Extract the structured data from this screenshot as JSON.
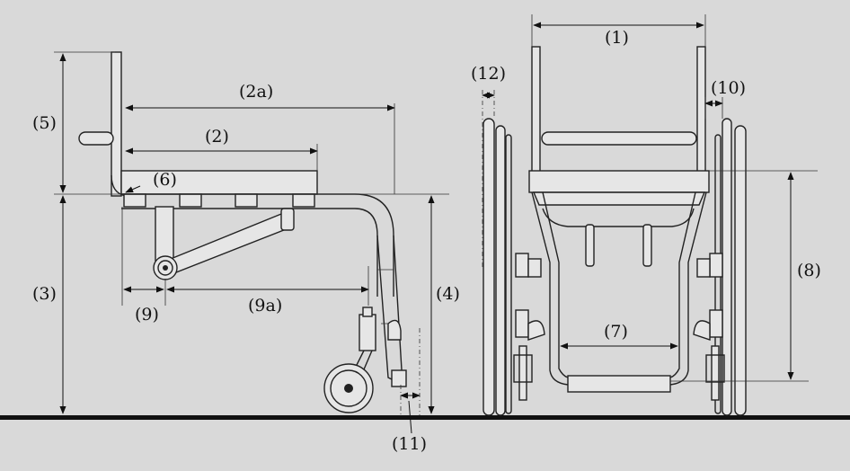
{
  "colors": {
    "background": "#d9d9d9",
    "line": "#222222",
    "ground": "#111111"
  },
  "labels": {
    "d1": "(1)",
    "d2": "(2)",
    "d2a": "(2a)",
    "d3": "(3)",
    "d4": "(4)",
    "d5": "(5)",
    "d6": "(6)",
    "d7": "(7)",
    "d8": "(8)",
    "d9": "(9)",
    "d9a": "(9a)",
    "d10": "(10)",
    "d11": "(11)",
    "d12": "(12)"
  }
}
